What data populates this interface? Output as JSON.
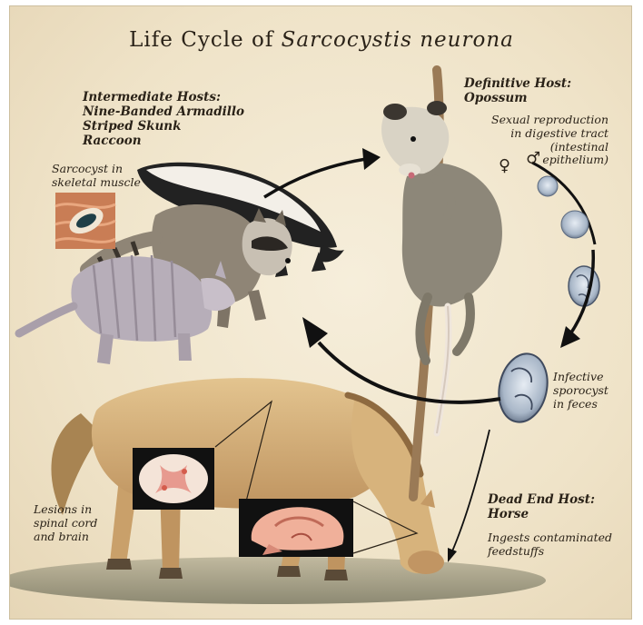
{
  "title": {
    "main": "Life Cycle of ",
    "species": "Sarcocystis neurona"
  },
  "intermediate": {
    "heading": "Intermediate Hosts:",
    "hosts": [
      "Nine-Banded Armadillo",
      "Striped Skunk",
      "Raccoon"
    ],
    "sarcocyst_note": [
      "Sarcocyst in",
      "skeletal muscle"
    ]
  },
  "definitive": {
    "heading": "Definitive Host:",
    "host": "Opossum",
    "note": [
      "Sexual reproduction",
      "in digestive tract",
      "(intestinal",
      "epithelium)"
    ],
    "female_symbol": "♀",
    "male_symbol": "♂"
  },
  "sporocyst": {
    "note": [
      "Infective",
      "sporocyst",
      "in feces"
    ]
  },
  "dead_end": {
    "heading": [
      "Dead End Host:",
      "Horse"
    ],
    "note": [
      "Ingests contaminated",
      "feedstuffs"
    ]
  },
  "lesions": {
    "note": [
      "Lesions in",
      "spinal cord",
      "and brain"
    ]
  },
  "colors": {
    "arrow": "#111111",
    "background": "#efe3c8"
  }
}
